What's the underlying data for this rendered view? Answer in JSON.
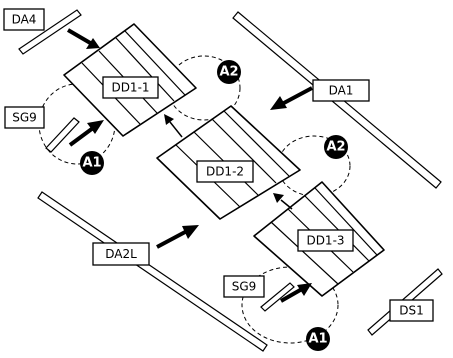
{
  "parts": {
    "da4": "DA4",
    "da1": "DA1",
    "da2l": "DA2L",
    "ds1": "DS1",
    "sg9_top": "SG9",
    "sg9_bottom": "SG9",
    "dd1_1": "DD1-1",
    "dd1_2": "DD1-2",
    "dd1_3": "DD1-3"
  },
  "badges": {
    "a2_top": "A2",
    "a2_mid": "A2",
    "a1_left": "A1",
    "a1_bottom": "A1"
  },
  "colors": {
    "line": "#000000",
    "badge_fill": "#000000",
    "background": "#ffffff"
  }
}
